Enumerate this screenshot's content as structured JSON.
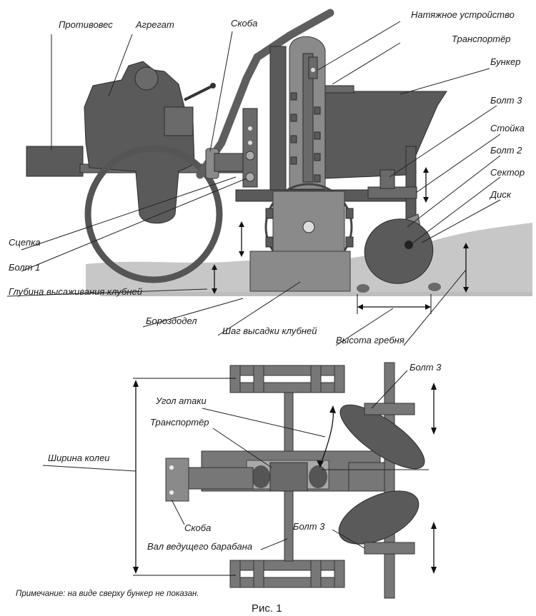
{
  "side_view": {
    "labels": {
      "counterweight": "Противовес",
      "engine": "Агрегат",
      "bracket": "Скоба",
      "tensioner": "Натяжное устройство",
      "conveyor": "Транспортёр",
      "hopper": "Бункер",
      "bolt3": "Болт 3",
      "stand": "Стойка",
      "bolt2": "Болт 2",
      "sector": "Сектор",
      "disc": "Диск",
      "hitch": "Сцепка",
      "bolt1": "Болт 1",
      "planting_depth": "Глубина высаживания клубней",
      "furrow_opener": "Бороздодел",
      "planting_step": "Шаг высадки клубней",
      "ridge_height": "Высота гребня"
    }
  },
  "top_view": {
    "labels": {
      "bolt3_top": "Болт 3",
      "attack_angle": "Угол атаки",
      "conveyor": "Транспортёр",
      "track_width": "Ширина колеи",
      "bracket": "Скоба",
      "drive_drum_shaft": "Вал ведущего барабана",
      "bolt3_bottom": "Болт 3"
    }
  },
  "note": "Примечание: на виде сверху бункер не показан.",
  "caption": "Рис. 1"
}
